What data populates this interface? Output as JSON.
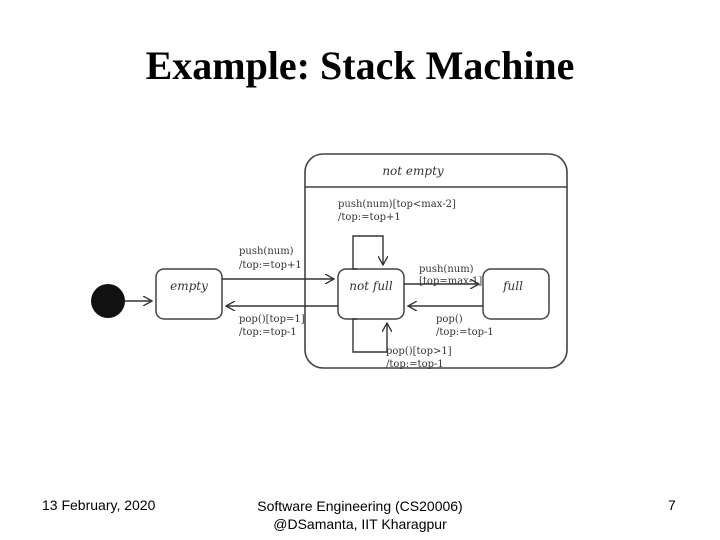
{
  "slide": {
    "title": "Example: Stack Machine"
  },
  "diagram": {
    "composite_state": "not empty",
    "states": {
      "empty": "empty",
      "not_full": "not full",
      "full": "full"
    },
    "transitions": {
      "self_loop_top": [
        "push(num)[top<max-2]",
        "/top:=top+1"
      ],
      "empty_to_not_full": [
        "push(num)",
        "/top:=top+1"
      ],
      "not_full_to_empty": [
        "pop()[top=1]",
        "/top:=top-1"
      ],
      "not_full_to_full": [
        "push(num)",
        "[top=max-1]"
      ],
      "full_to_not_full": [
        "pop()",
        "/top:=top-1"
      ],
      "self_loop_bottom": [
        "pop()[top>1]",
        "/top:=top-1"
      ]
    }
  },
  "footer": {
    "date": "13 February, 2020",
    "course": "Software Engineering (CS20006)",
    "author": "@DSamanta, IIT Kharagpur",
    "page": "7"
  }
}
